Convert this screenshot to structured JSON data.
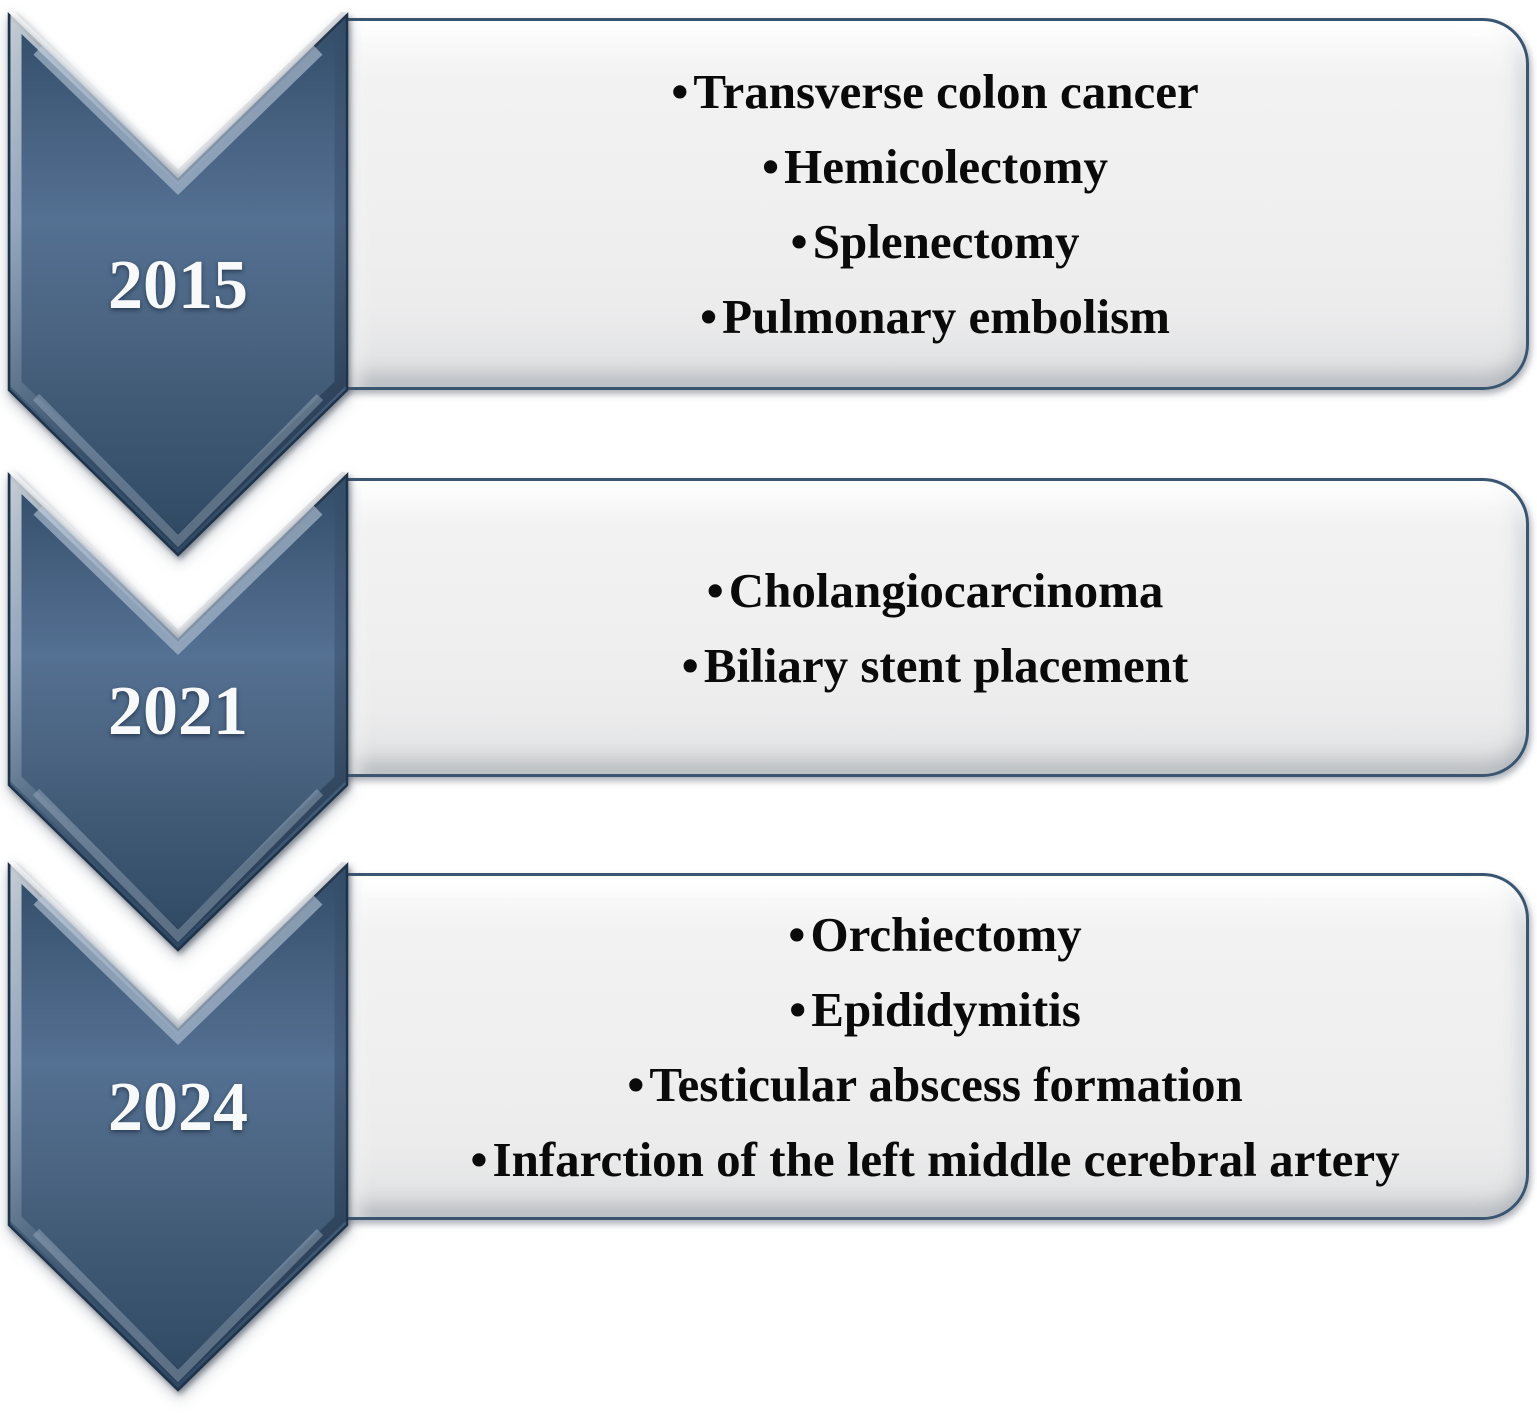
{
  "diagram": {
    "bullet": "•",
    "rows": [
      {
        "year": "2015",
        "items": [
          "Transverse colon cancer",
          "Hemicolectomy",
          "Splenectomy",
          "Pulmonary embolism"
        ]
      },
      {
        "year": "2021",
        "items": [
          "Cholangiocarcinoma",
          "Biliary stent placement"
        ]
      },
      {
        "year": "2024",
        "items": [
          "Orchiectomy",
          "Epididymitis",
          "Testicular abscess formation",
          "Infarction of the left middle cerebral artery"
        ]
      }
    ],
    "colors": {
      "chevron_blue": "#49637f",
      "chevron_edge": "#1e3249",
      "box_background": "#efefef",
      "box_border": "#3a5570",
      "item_text": "#0a0a0a",
      "year_text": "#f7f9fb"
    }
  }
}
